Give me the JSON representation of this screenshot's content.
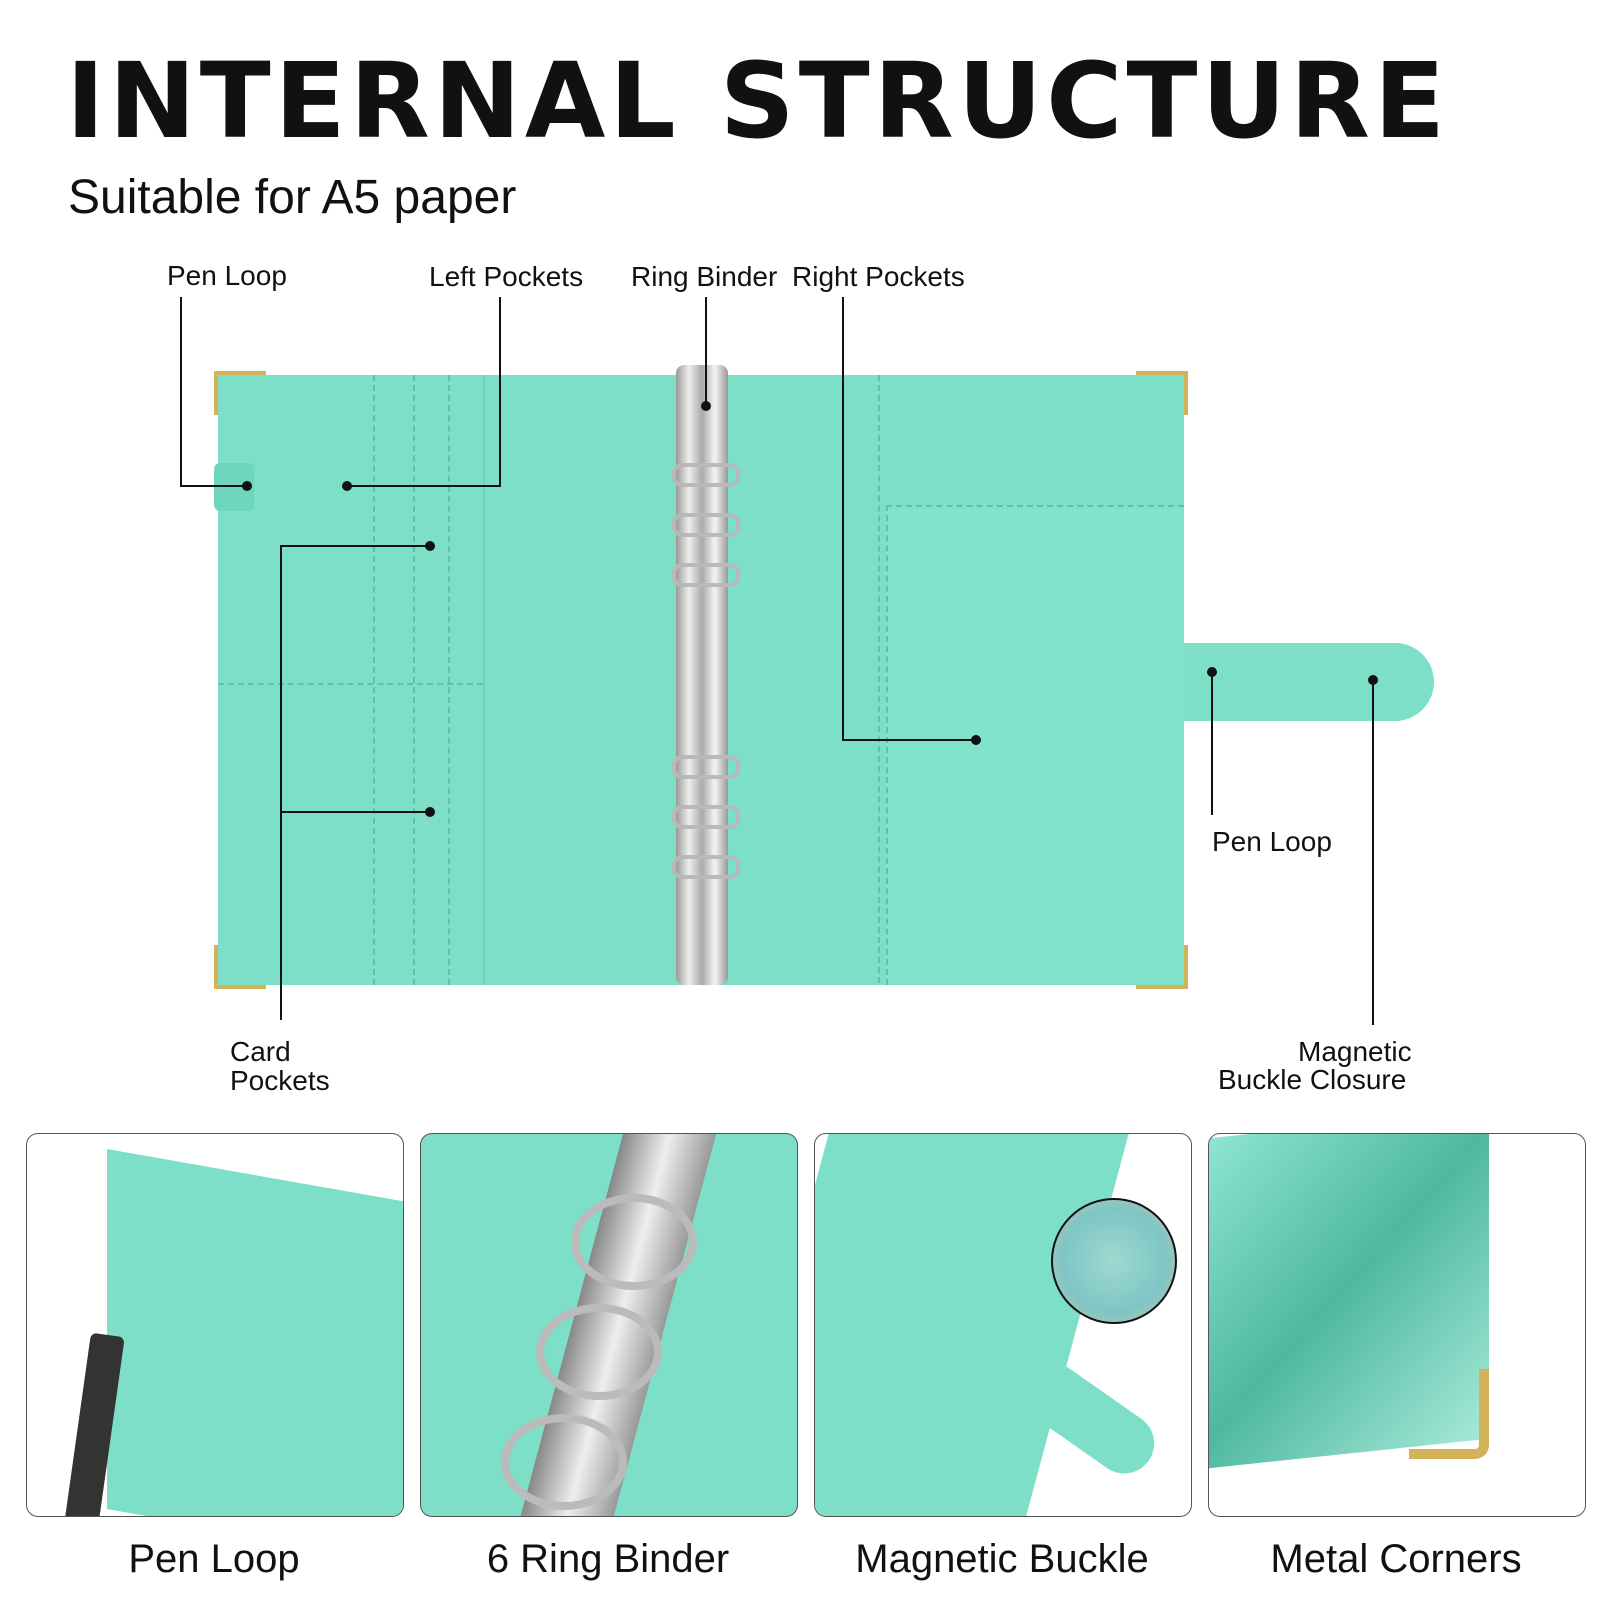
{
  "title": "INTERNAL STRUCTURE",
  "subtitle": "Suitable for A5 paper",
  "callouts": {
    "pen_loop_left": "Pen Loop",
    "left_pockets": "Left Pockets",
    "ring_binder": "Ring Binder",
    "right_pockets": "Right Pockets",
    "pen_loop_right": "Pen Loop",
    "card_pockets": "Card Pockets",
    "magnetic_line1": "Magnetic",
    "magnetic_line2": "Buckle Closure"
  },
  "panels": [
    {
      "caption": "Pen Loop"
    },
    {
      "caption": "6 Ring Binder"
    },
    {
      "caption": "Magnetic Buckle"
    },
    {
      "caption": "Metal Corners"
    }
  ],
  "colors": {
    "binder": "#7ddfc8",
    "gold": "#d4b25a",
    "metal": "#c8c8c8"
  }
}
